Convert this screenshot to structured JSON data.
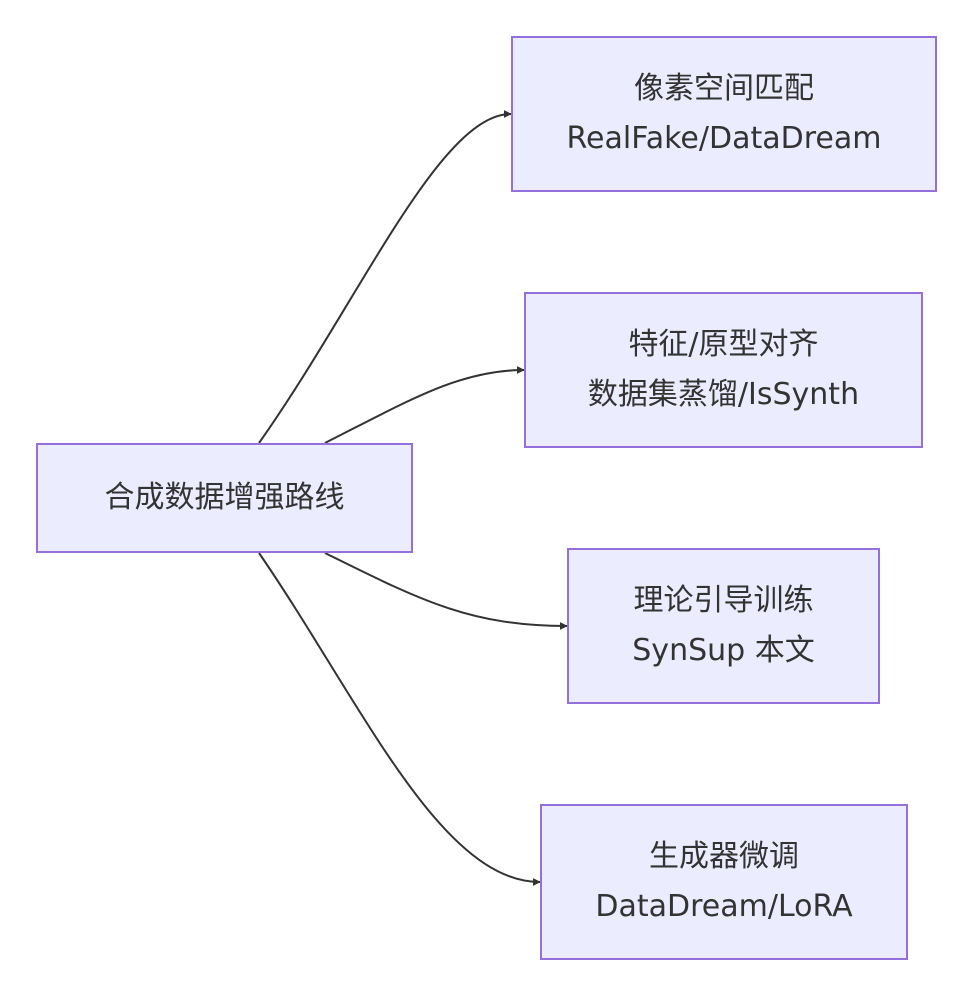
{
  "diagram": {
    "type": "flowchart",
    "direction": "left-to-right",
    "colors": {
      "node_fill": "#ECECFF",
      "node_border": "#9370DB",
      "edge": "#333333",
      "text": "#333333"
    },
    "nodes": {
      "root": {
        "lines": [
          "合成数据增强路线"
        ]
      },
      "pixel": {
        "lines": [
          "像素空间匹配",
          "RealFake/DataDream"
        ]
      },
      "feature": {
        "lines": [
          "特征/原型对齐",
          "数据集蒸馏/IsSynth"
        ]
      },
      "theory": {
        "lines": [
          "理论引导训练",
          "SynSup 本文"
        ]
      },
      "generator": {
        "lines": [
          "生成器微调",
          "DataDream/LoRA"
        ]
      }
    },
    "edges": [
      {
        "from": "root",
        "to": "pixel"
      },
      {
        "from": "root",
        "to": "feature"
      },
      {
        "from": "root",
        "to": "theory"
      },
      {
        "from": "root",
        "to": "generator"
      }
    ]
  }
}
